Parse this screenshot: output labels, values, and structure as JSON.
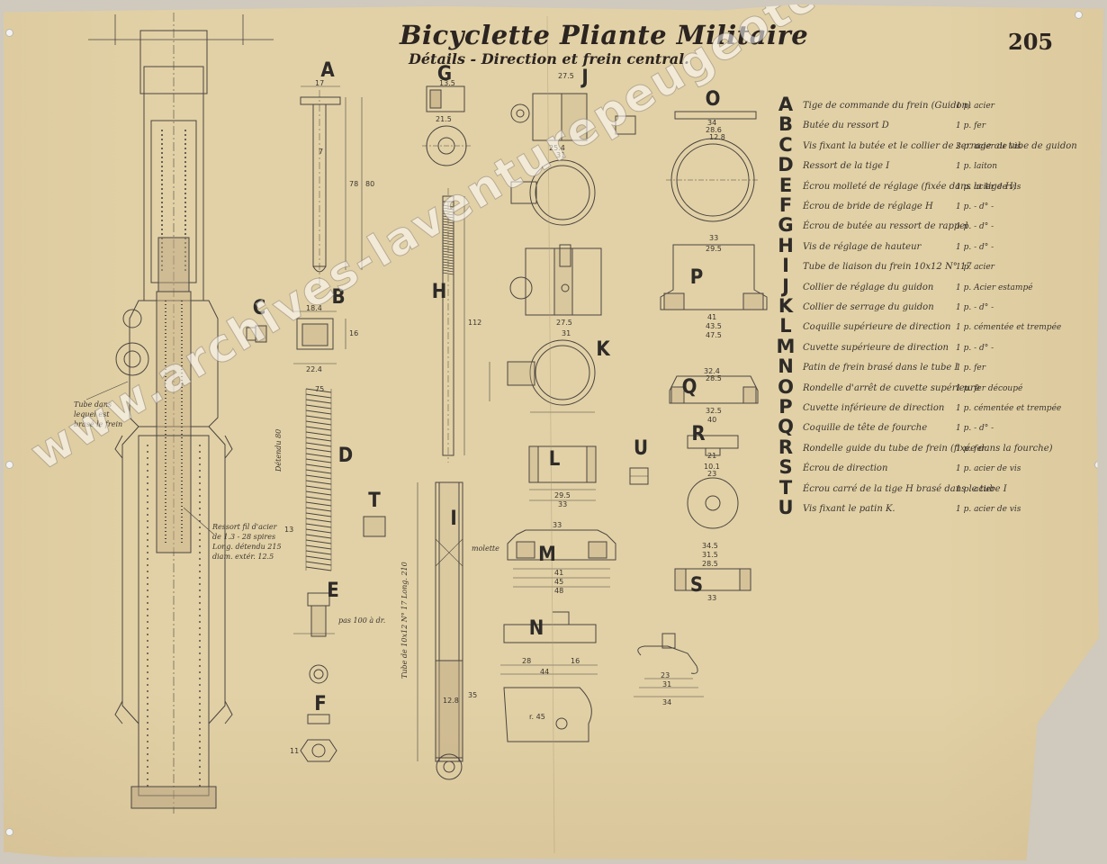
{
  "title": "Bicyclette Pliante Militaire",
  "subtitle": "Détails - Direction et frein central.",
  "sheet_number": "205",
  "watermark": "www.archives-laventurepeugeotcitroendspublics.com",
  "colors": {
    "paper": "#e2d1a6",
    "ink": "#3a3530",
    "watermark": "#ffffff"
  },
  "part_letters": {
    "A": "A",
    "B": "B",
    "C": "C",
    "D": "D",
    "E": "E",
    "F": "F",
    "G": "G",
    "H": "H",
    "I": "I",
    "J": "J",
    "K": "K",
    "L": "L",
    "M": "M",
    "N": "N",
    "O": "O",
    "P": "P",
    "Q": "Q",
    "R": "R",
    "S": "S",
    "T": "T",
    "U": "U"
  },
  "legend": [
    {
      "letter": "A",
      "desc": "Tige de commande du frein (Guidon)",
      "qty": "1 p. acier"
    },
    {
      "letter": "B",
      "desc": "Butée du ressort D",
      "qty": "1 p. fer"
    },
    {
      "letter": "C",
      "desc": "Vis fixant la butée et le collier de serrage au tube de guidon",
      "qty": "2 p. acier de vis"
    },
    {
      "letter": "D",
      "desc": "Ressort de la tige I",
      "qty": "1 p. laiton"
    },
    {
      "letter": "E",
      "desc": "Écrou molleté de réglage (fixée dans la tige H)",
      "qty": "1 p. acier de vis"
    },
    {
      "letter": "F",
      "desc": "Écrou de bride de réglage H",
      "qty": "1 p. - d° -"
    },
    {
      "letter": "G",
      "desc": "Écrou de butée au ressort de rappel",
      "qty": "1 p. - d° -"
    },
    {
      "letter": "H",
      "desc": "Vis de réglage de hauteur",
      "qty": "1 p. - d° -"
    },
    {
      "letter": "I",
      "desc": "Tube de liaison du frein 10x12 N° 17",
      "qty": "1 p. acier"
    },
    {
      "letter": "J",
      "desc": "Collier de réglage du guidon",
      "qty": "1 p. Acier estampé"
    },
    {
      "letter": "K",
      "desc": "Collier de serrage du guidon",
      "qty": "1 p. - d° -"
    },
    {
      "letter": "L",
      "desc": "Coquille supérieure de direction",
      "qty": "1 p. cémentée et trempée"
    },
    {
      "letter": "M",
      "desc": "Cuvette supérieure de direction",
      "qty": "1 p. - d° -"
    },
    {
      "letter": "N",
      "desc": "Patin de frein brasé dans le tube I",
      "qty": "1 p. fer"
    },
    {
      "letter": "O",
      "desc": "Rondelle d'arrêt de cuvette supérieure",
      "qty": "1 p. fer découpé"
    },
    {
      "letter": "P",
      "desc": "Cuvette inférieure de direction",
      "qty": "1 p. cémentée et trempée"
    },
    {
      "letter": "Q",
      "desc": "Coquille de tête de fourche",
      "qty": "1 p. - d° -"
    },
    {
      "letter": "R",
      "desc": "Rondelle guide du tube de frein (fixée dans la fourche)",
      "qty": "1 p. fer"
    },
    {
      "letter": "S",
      "desc": "Écrou de direction",
      "qty": "1 p. acier de vis"
    },
    {
      "letter": "T",
      "desc": "Écrou carré de la tige H brasé dans le tube I",
      "qty": "1 p. acier"
    },
    {
      "letter": "U",
      "desc": "Vis fixant le patin K.",
      "qty": "1 p. acier de vis"
    }
  ],
  "notes": {
    "tube_note": "Tube dans lequel est brasé le frein",
    "spring_note": "Ressort fil d'acier de 1.3 - 28 spires Long. détendu 215 diam. extér. 12.5",
    "spring_d": "Détendu 80",
    "tube_i": "Tube de 10x12 N° 17 Long. 210",
    "molette": "molette",
    "pas_100": "pas 100 à dr."
  },
  "dims": {
    "a_top": "17",
    "a_len": "78",
    "a_total": "80",
    "a_dia": "7",
    "b_w": "18.4",
    "b_w2": "22.4",
    "b_h": "16",
    "g_w": "13.5",
    "g_w2": "21.5",
    "j_w": "27.5",
    "j_w2": "25.4",
    "j_w3": "31",
    "h_len": "112",
    "k_w": "27.5",
    "k_w2": "31",
    "l_w": "29.5",
    "l_w2": "33",
    "m_w": "33",
    "m_w2": "41",
    "m_w3": "45",
    "m_w4": "48",
    "n_w": "28",
    "n_w2": "44",
    "n_w3": "16",
    "o_w": "34",
    "o_w2": "28.6",
    "o_w3": "12.8",
    "p_w": "33",
    "p_w2": "29.5",
    "p_w3": "41",
    "p_w4": "43.5",
    "p_w5": "47.5",
    "q_w": "32.4",
    "q_w2": "28.5",
    "q_w3": "32.5",
    "q_w4": "40",
    "r_w": "21",
    "r_w2": "23",
    "r_w3": "10.1",
    "s_w": "34.5",
    "s_w2": "31.5",
    "s_w3": "28.5",
    "s_w4": "33",
    "clip_w": "23",
    "clip_w2": "31",
    "clip_w3": "34",
    "i_len": "35",
    "i_w": "12.8",
    "d_len": "75",
    "d_len2": "13",
    "f_w": "11",
    "k_r": "r. 45"
  }
}
